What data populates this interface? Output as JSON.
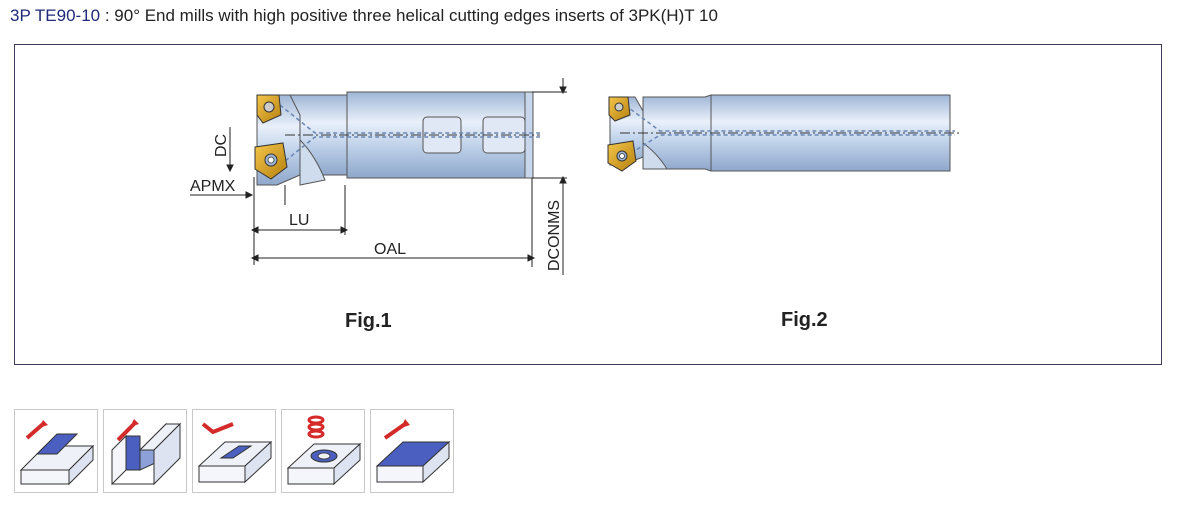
{
  "header": {
    "code": "3P TE90-10",
    "separator": " : ",
    "description": "90° End mills with high positive three helical cutting edges inserts of 3PK(H)T 10"
  },
  "figures": {
    "fig1_label": "Fig.1",
    "fig2_label": "Fig.2",
    "dimensions": {
      "dc": "DC",
      "apmx": "APMX",
      "lu": "LU",
      "oal": "OAL",
      "dconms": "DCONMS"
    }
  },
  "application_icons": [
    {
      "icon": "shoulder-milling-icon"
    },
    {
      "icon": "slot-milling-icon"
    },
    {
      "icon": "pocket-milling-icon"
    },
    {
      "icon": "helical-interpolation-icon"
    },
    {
      "icon": "face-milling-icon"
    }
  ],
  "colors": {
    "title_code": "#1f2a7a",
    "tool_body": "#b9cde6",
    "tool_highlight": "#e8eff9",
    "insert_gold": "#d9a21d",
    "icon_arrow": "#d42a2a",
    "icon_blue": "#4a5fc0"
  }
}
